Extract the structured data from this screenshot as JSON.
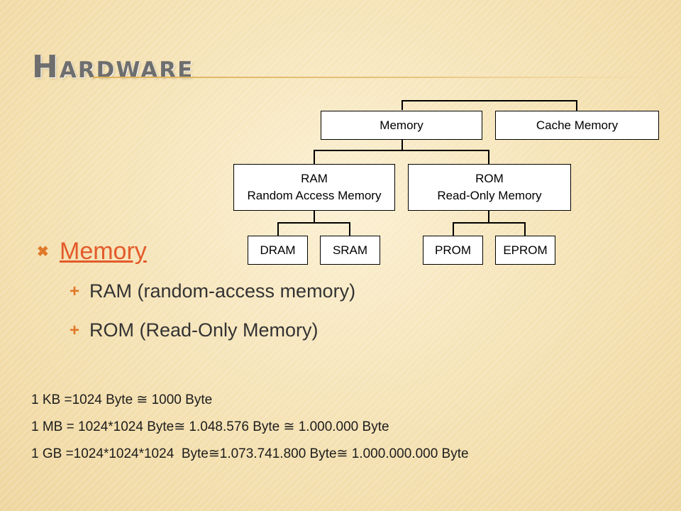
{
  "slide": {
    "title": "Hardware",
    "bullets": {
      "main": "Memory",
      "subs": [
        "RAM (random-access memory)",
        "ROM (Read-Only Memory)"
      ]
    },
    "facts": [
      "1 KB =1024 Byte ≅ 1000 Byte",
      "1 MB = 1024*1024 Byte≅ 1.048.576 Byte ≅ 1.000.000 Byte",
      "1 GB =1024*1024*1024  Byte≅1.073.741.800 Byte≅ 1.000.000.000 Byte"
    ]
  },
  "diagram": {
    "memory": "Memory",
    "cache": "Cache Memory",
    "ram_line1": "RAM",
    "ram_line2": "Random Access Memory",
    "rom_line1": "ROM",
    "rom_line2": "Read-Only Memory",
    "dram": "DRAM",
    "sram": "SRAM",
    "prom": "PROM",
    "eprom": "EPROM"
  },
  "colors": {
    "accent": "#e0792a",
    "link": "#e35a2a",
    "title": "#6e6e6e"
  }
}
